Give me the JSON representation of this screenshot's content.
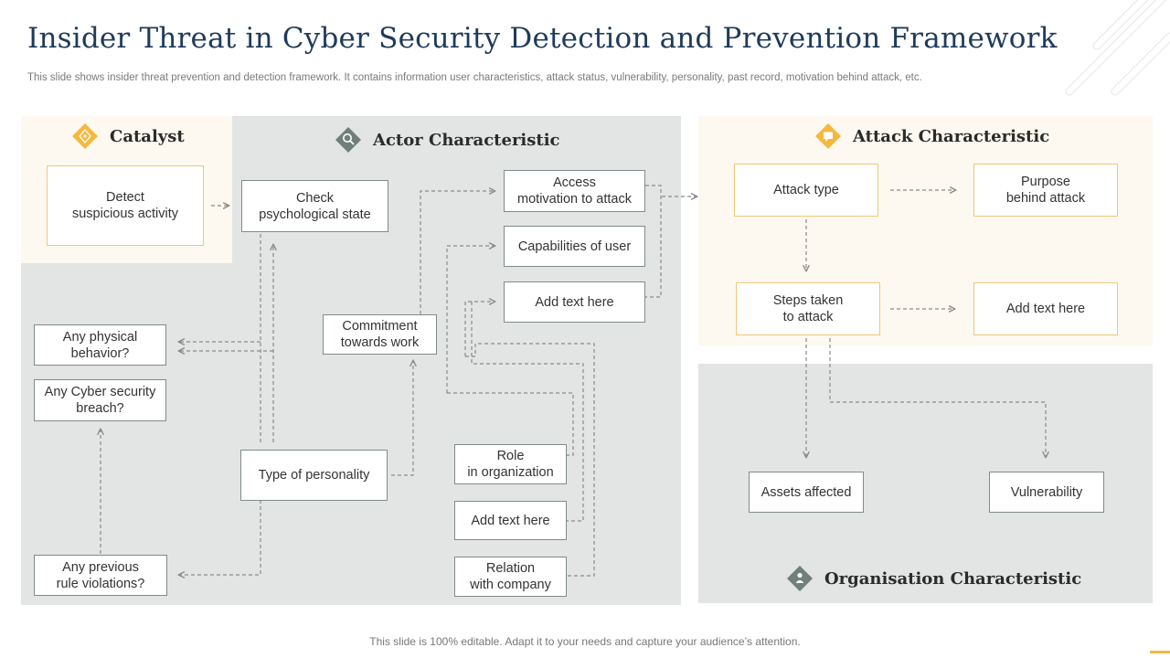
{
  "slide": {
    "title": "Insider Threat in Cyber Security Detection and Prevention Framework",
    "subtitle": "This slide shows insider threat prevention and detection framework. It contains information user characteristics, attack status, vulnerability, personality, past record, motivation behind attack, etc.",
    "footer": "This slide is 100% editable. Adapt it to your needs and capture your audience’s attention."
  },
  "colors": {
    "accent_yellow": "#f5b940",
    "panel_gray": "#e2e5e3",
    "panel_cream": "#fdf9f1",
    "title_navy": "#1f3b5a",
    "icon_gray": "#6f7f7a",
    "line_gray": "#888888"
  },
  "sections": {
    "catalyst": {
      "title": "Catalyst",
      "icon": "hazard-diamond-icon"
    },
    "actor": {
      "title": "Actor Characteristic",
      "icon": "search-diamond-icon"
    },
    "attack": {
      "title": "Attack Characteristic",
      "icon": "message-diamond-icon"
    },
    "org": {
      "title": "Organisation Characteristic",
      "icon": "people-diamond-icon"
    }
  },
  "nodes": {
    "detect": "Detect\nsuspicious activity",
    "check_psych": "Check\npsychological state",
    "access_motivation": "Access\nmotivation to attack",
    "capabilities": "Capabilities of user",
    "add_text_1": "Add text here",
    "commitment": "Commitment\ntowards work",
    "physical_behavior": "Any physical\nbehavior?",
    "cyber_breach": "Any Cyber security\nbreach?",
    "type_personality": "Type of personality",
    "role_org": "Role\nin organization",
    "add_text_2": "Add text here",
    "relation_company": "Relation\nwith company",
    "previous_violations": "Any previous\nrule violations?",
    "attack_type": "Attack type",
    "purpose_attack": "Purpose\nbehind attack",
    "steps_taken": "Steps taken\nto attack",
    "add_text_3": "Add text here",
    "assets_affected": "Assets affected",
    "vulnerability": "Vulnerability"
  }
}
